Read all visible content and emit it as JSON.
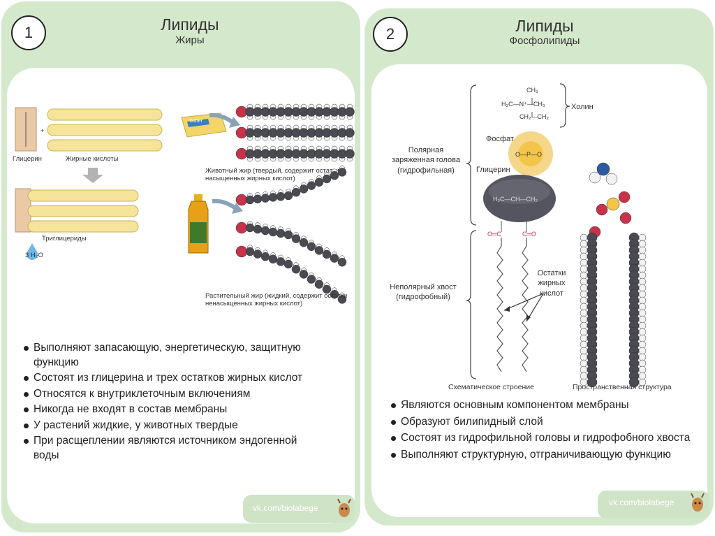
{
  "card1": {
    "number": "1",
    "title": "Липиды",
    "subtitle": "Жиры",
    "labels": {
      "glycerol": "Глицерин",
      "fatty_acids": "Жирные кислоты",
      "triglycerides": "Триглицериды",
      "water": "3 H₂O",
      "animal_fat": "Животный жир (твердый, содержит остатки насыщенных жирных кислот)",
      "plant_fat": "Растительный жир (жидкий, содержит остатки ненасыщенных жирных кислот)",
      "butter": "butter"
    },
    "bullets": [
      "Выполняют запасающую, энергетическую, защитную функцию",
      "Состоят из глицерина и трех остатков жирных кислот",
      "Относятся к внутриклеточным включениям",
      "Никогда не входят в состав мембраны",
      "У растений жидкие, у животных твердые",
      "При расщеплении являются источником эндогенной воды"
    ],
    "footer": "vk.com/biolabege"
  },
  "card2": {
    "number": "2",
    "title": "Липиды",
    "subtitle": "Фосфолипиды",
    "labels": {
      "choline": "Холин",
      "phosphate": "Фосфат",
      "glycerol": "Глицерин",
      "polar_head": "Полярная заряженная голова (гидрофильная)",
      "nonpolar_tail": "Неполярный хвост (гидрофобный)",
      "fatty_residues": "Остатки жирных кислот",
      "schematic": "Схематическое строение",
      "spatial": "Пространственная структура",
      "ch3_top": "CH₃",
      "h3c_n_ch3": "H₃C—N⁺—CH₃",
      "ch2_ch2": "CH₂—CH₂",
      "o_p_o": "O—P—O",
      "h2c_ch_ch2": "H₂C—CH—CH₂",
      "o_c": "O═C",
      "c_o": "C═O"
    },
    "bullets": [
      "Являются основным компонентом мембраны",
      "Образуют билипидный слой",
      "Состоят из гидрофильной головы и гидрофобного хвоста",
      "Выполняют структурную, отграничивающую функцию"
    ],
    "footer": "vk.com/biolabege"
  },
  "colors": {
    "frame_green": "#d4e9cc",
    "pill_yellow": "#f6e49a",
    "oxygen_red": "#c8324a",
    "carbon_gray": "#4a4a52",
    "hydrogen_white": "#f2f2f2",
    "phosphate_yellow": "#f3c64a",
    "glycerol_dark": "#555560"
  }
}
